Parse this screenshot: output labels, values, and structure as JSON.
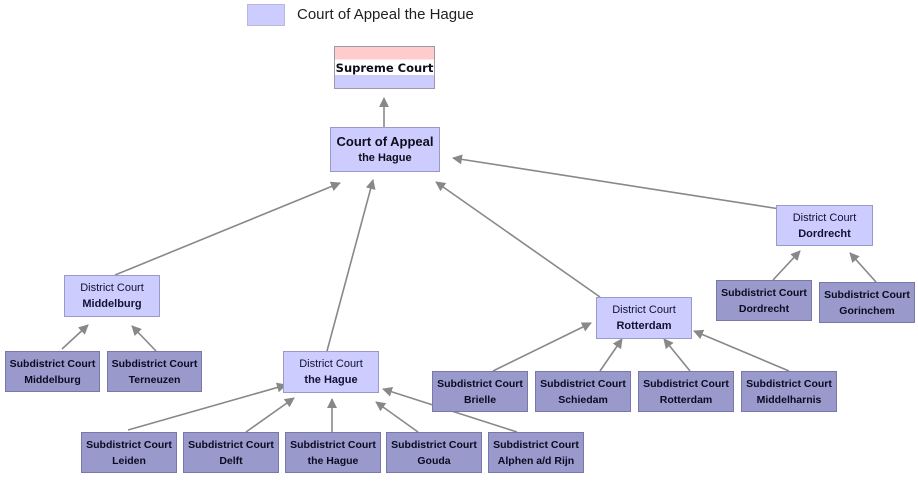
{
  "legend": {
    "label": "Court of Appeal the Hague",
    "color": "#ccccff"
  },
  "supreme": {
    "label": "Supreme Court"
  },
  "appeal": {
    "line1": "Court of Appeal",
    "line2": "the Hague"
  },
  "districts": {
    "middelburg": {
      "line1": "District Court",
      "line2": "Middelburg"
    },
    "hague": {
      "line1": "District Court",
      "line2": "the Hague"
    },
    "rotterdam": {
      "line1": "District Court",
      "line2": "Rotterdam"
    },
    "dordrecht": {
      "line1": "District Court",
      "line2": "Dordrecht"
    }
  },
  "subdistricts": {
    "middelburg": {
      "line1": "Subdistrict Court",
      "line2": "Middelburg"
    },
    "terneuzen": {
      "line1": "Subdistrict Court",
      "line2": "Terneuzen"
    },
    "leiden": {
      "line1": "Subdistrict Court",
      "line2": "Leiden"
    },
    "delft": {
      "line1": "Subdistrict Court",
      "line2": "Delft"
    },
    "hague": {
      "line1": "Subdistrict Court",
      "line2": "the Hague"
    },
    "gouda": {
      "line1": "Subdistrict Court",
      "line2": "Gouda"
    },
    "alphen": {
      "line1": "Subdistrict Court",
      "line2": "Alphen a/d Rijn"
    },
    "brielle": {
      "line1": "Subdistrict Court",
      "line2": "Brielle"
    },
    "schiedam": {
      "line1": "Subdistrict Court",
      "line2": "Schiedam"
    },
    "rotterdam": {
      "line1": "Subdistrict Court",
      "line2": "Rotterdam"
    },
    "middelharnis": {
      "line1": "Subdistrict Court",
      "line2": "Middelharnis"
    },
    "dordrecht": {
      "line1": "Subdistrict Court",
      "line2": "Dordrecht"
    },
    "gorinchem": {
      "line1": "Subdistrict Court",
      "line2": "Gorinchem"
    }
  },
  "colors": {
    "appeal_region": "#ccccff",
    "subdistrict": "#9999cc",
    "supreme_top": "#ffcccc",
    "edge": "#888888"
  }
}
